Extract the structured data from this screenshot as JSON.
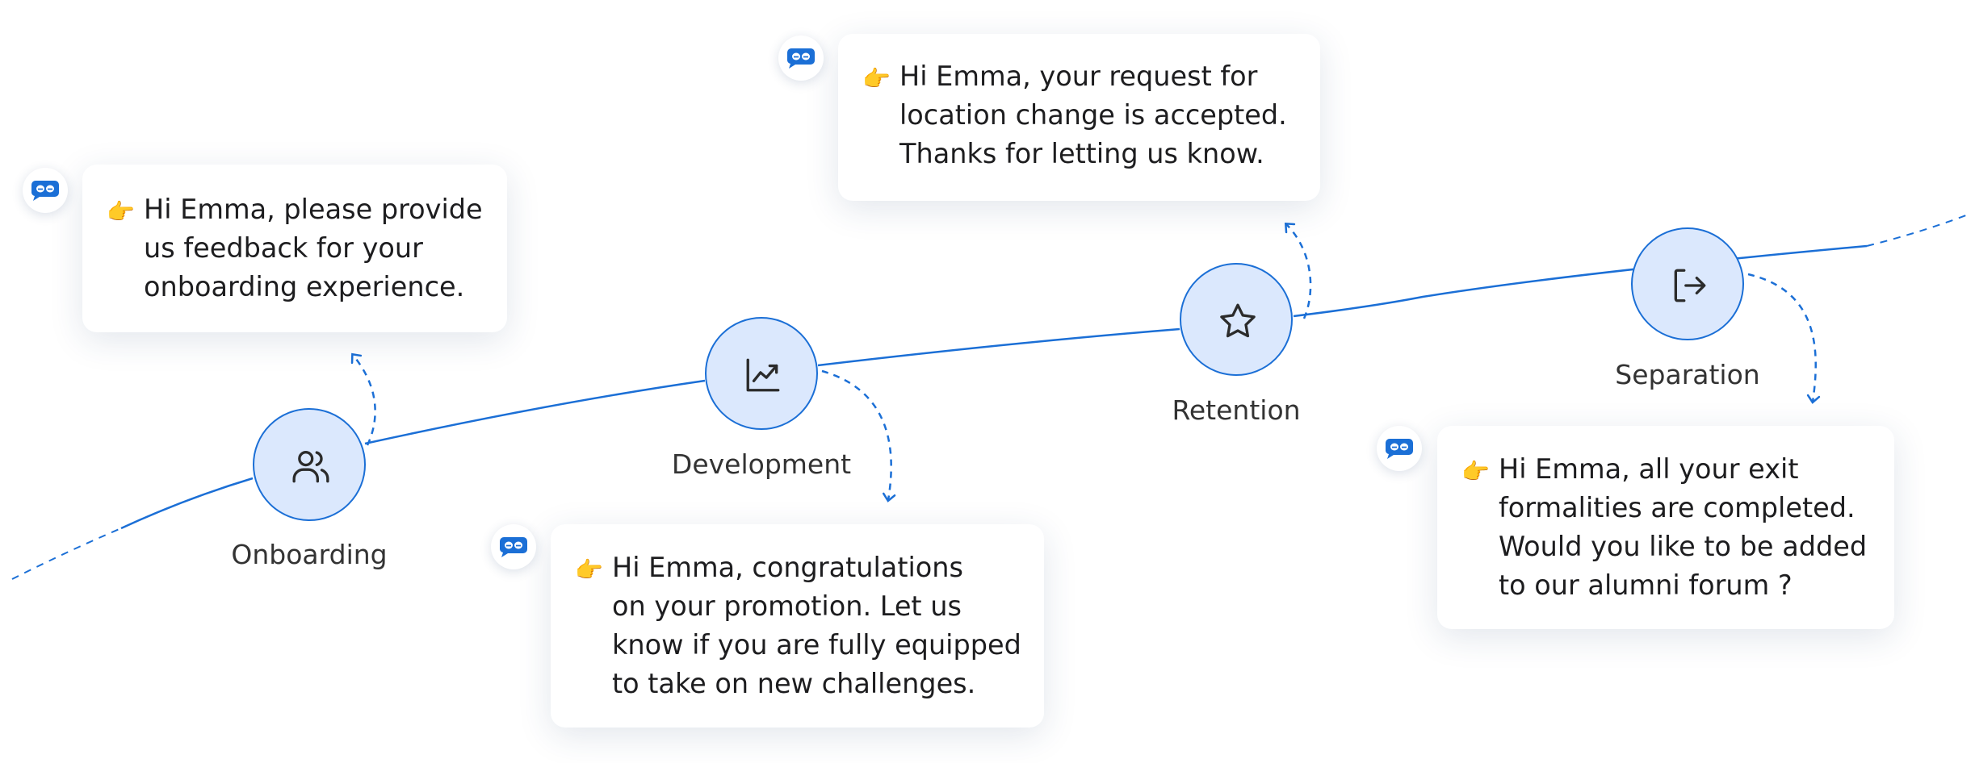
{
  "colors": {
    "accent": "#1b6fd6",
    "node_fill": "#dbe8fd",
    "text": "#1d1d1f",
    "label": "#333333"
  },
  "stages": [
    {
      "label": "Onboarding",
      "icon": "users-icon"
    },
    {
      "label": "Development",
      "icon": "trending-up-icon"
    },
    {
      "label": "Retention",
      "icon": "star-icon"
    },
    {
      "label": "Separation",
      "icon": "logout-icon"
    }
  ],
  "messages": [
    {
      "pointer": "👉",
      "lines": [
        "Hi Emma, please provide",
        "us feedback for your",
        "onboarding experience."
      ]
    },
    {
      "pointer": "👉",
      "lines": [
        "Hi Emma, congratulations",
        "on your promotion. Let us",
        "know if you are fully equipped",
        "to take on new challenges."
      ]
    },
    {
      "pointer": "👉",
      "lines": [
        "Hi Emma, your request for",
        "location change is accepted.",
        "Thanks for letting us know."
      ]
    },
    {
      "pointer": "👉",
      "lines": [
        "Hi Emma, all your exit",
        "formalities are completed.",
        "Would you like to be added",
        "to our alumni forum ?"
      ]
    }
  ],
  "badge_icon": "chatbot-logo-icon"
}
